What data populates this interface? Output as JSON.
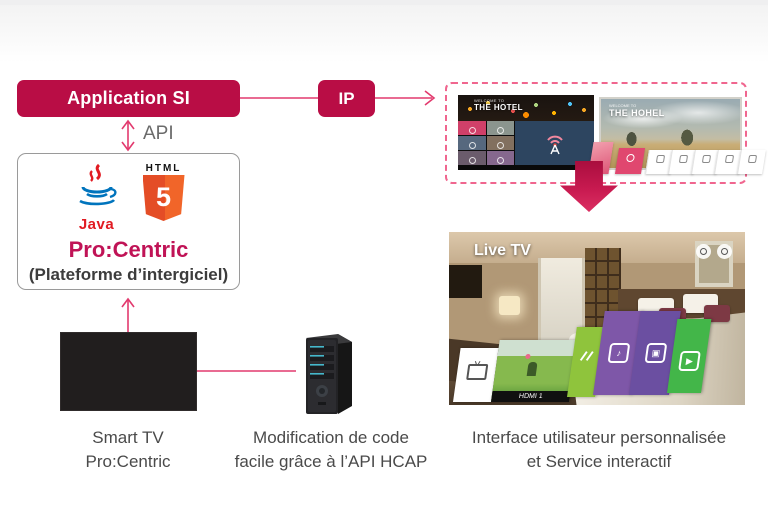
{
  "colors": {
    "crimson_box": "#b90d45",
    "connector_pink": "#e23a6e",
    "dashed_border_pink": "#f0668f",
    "procentric_text": "#c01356",
    "caption_text": "#4a4a4a",
    "java_red": "#e11b22",
    "java_blue": "#0074bd",
    "html5_orange": "#e44d26"
  },
  "nodes": {
    "app_si": {
      "label": "Application SI"
    },
    "ip": {
      "label": "IP"
    },
    "api": {
      "label": "API"
    },
    "middleware": {
      "java_label": "Java",
      "html_label": "HTML",
      "html5_number": "5",
      "product": "Pro:Centric",
      "subtitle": "(Plateforme d’intergiciel)"
    },
    "smart_tv": {
      "caption_line1": "Smart TV",
      "caption_line2": "Pro:Centric"
    },
    "server": {
      "caption_line1": "Modification de code",
      "caption_line2": "facile grâce à l’API HCAP"
    }
  },
  "screens": {
    "tv1": {
      "welcome": "WELCOME TO",
      "title": "THE HOTEL"
    },
    "tv2": {
      "welcome": "WELCOME TO",
      "title": "THE HOHEL"
    },
    "live_tv": {
      "title": "Live TV",
      "hdmi_label": "HDMI 1"
    },
    "caption_line1": "Interface utilisateur personnalisée",
    "caption_line2": "et Service interactif"
  },
  "icons": {
    "music_note_glyph": "♪",
    "play_glyph": "▶",
    "photo_glyph": "▣"
  }
}
